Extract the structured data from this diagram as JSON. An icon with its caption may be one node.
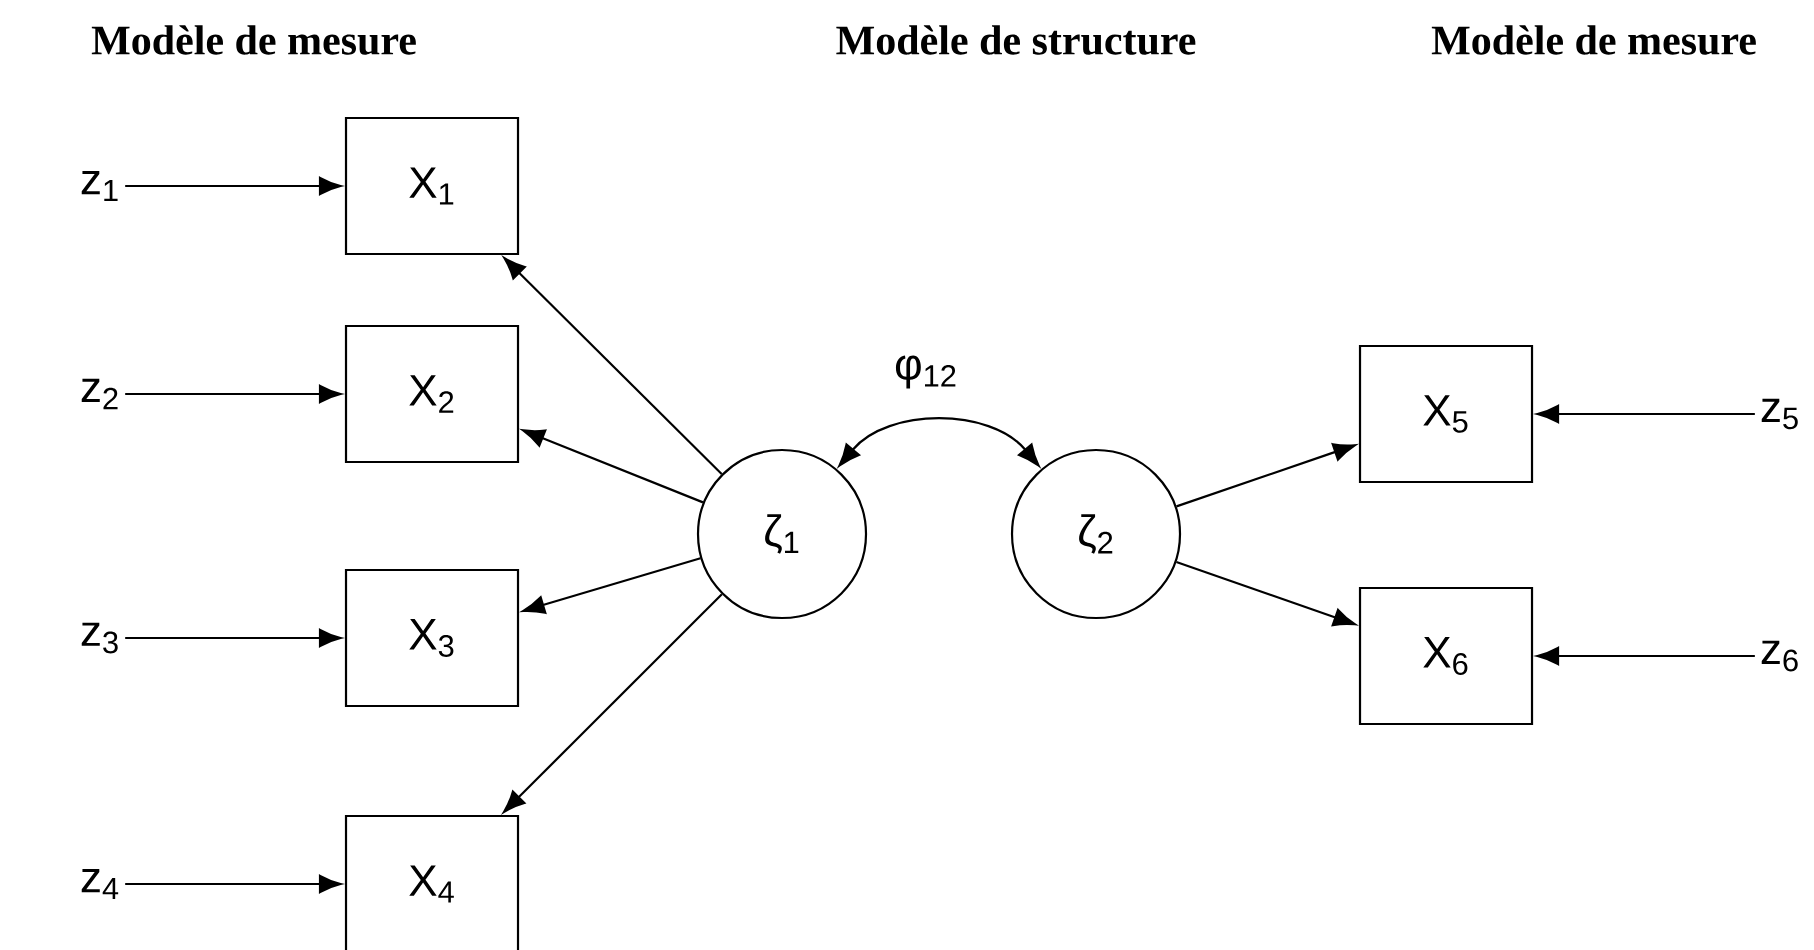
{
  "diagram": {
    "nodes": [
      {
        "text": [
          "X$_{1}$"
        ]
      },
      {
        "text": [
          "X$_{2}$"
        ]
      },
      {
        "text": [
          "X$_{3}$"
        ]
      },
      {
        "text": [
          "X$_{4}$"
        ]
      },
      {
        "text": [
          "ζ$_{1}$"
        ]
      },
      {
        "text": [
          "ζ$_{2}$"
        ]
      },
      {
        "text": [
          "X$_{5}$"
        ]
      },
      {
        "text": [
          "X$_{6}$"
        ]
      },
      {
        "text": [
          "z$_{1}$"
        ]
      },
      {
        "text": [
          "z$_{2}$"
        ]
      },
      {
        "text": [
          "z$_{3}$"
        ]
      },
      {
        "text": [
          "z$_{4}$"
        ]
      },
      {
        "text": [
          "z$_{5}$"
        ]
      },
      {
        "text": [
          "z$_{6}$"
        ]
      }
    ],
    "edges": [
      {
        "from": 8,
        "to": 0,
        "arrow": "to"
      },
      {
        "from": 9,
        "to": 1,
        "arrow": "to"
      },
      {
        "from": 10,
        "to": 2,
        "arrow": "to"
      },
      {
        "from": 11,
        "to": 3,
        "arrow": "to"
      },
      {
        "from": 4,
        "to": 0,
        "arrow": "to"
      },
      {
        "from": 4,
        "to": 1,
        "arrow": "to"
      },
      {
        "from": 4,
        "to": 2,
        "arrow": "to"
      },
      {
        "from": 4,
        "to": 3,
        "arrow": "to"
      },
      {
        "from": 4,
        "to": 5,
        "arrow": "both",
        "label": "φ$_{12}$"
      },
      {
        "from": 5,
        "to": 6,
        "arrow": "to"
      },
      {
        "from": 5,
        "to": 7,
        "arrow": "to"
      },
      {
        "from": 12,
        "to": 6,
        "arrow": "to"
      },
      {
        "from": 13,
        "to": 7,
        "arrow": "to"
      }
    ],
    "labels": [
      "Modèle de mesure",
      "Modèle de structure",
      "Modèle de mesure"
    ]
  }
}
